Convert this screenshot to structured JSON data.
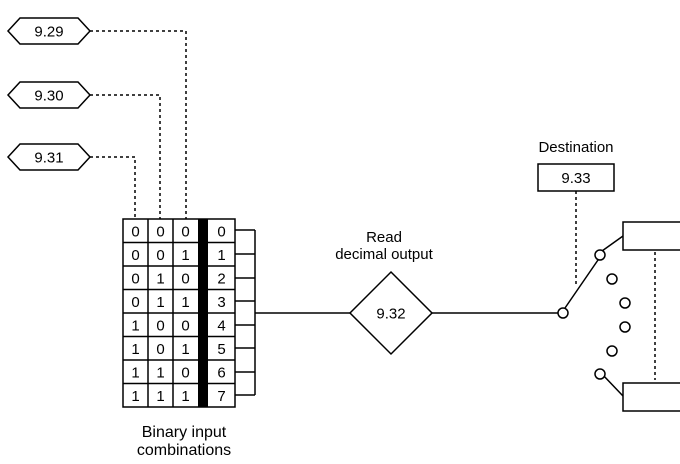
{
  "inputs": [
    {
      "label": "9.29"
    },
    {
      "label": "9.30"
    },
    {
      "label": "9.31"
    }
  ],
  "table": {
    "rows": [
      {
        "bits": [
          "0",
          "0",
          "0"
        ],
        "out": "0"
      },
      {
        "bits": [
          "0",
          "0",
          "1"
        ],
        "out": "1"
      },
      {
        "bits": [
          "0",
          "1",
          "0"
        ],
        "out": "2"
      },
      {
        "bits": [
          "0",
          "1",
          "1"
        ],
        "out": "3"
      },
      {
        "bits": [
          "1",
          "0",
          "0"
        ],
        "out": "4"
      },
      {
        "bits": [
          "1",
          "0",
          "1"
        ],
        "out": "5"
      },
      {
        "bits": [
          "1",
          "1",
          "0"
        ],
        "out": "6"
      },
      {
        "bits": [
          "1",
          "1",
          "1"
        ],
        "out": "7"
      }
    ],
    "caption_line1": "Binary input",
    "caption_line2": "combinations"
  },
  "output": {
    "label_line1": "Read",
    "label_line2": "decimal output",
    "param": "9.32"
  },
  "destination": {
    "label": "Destination",
    "param": "9.33"
  }
}
